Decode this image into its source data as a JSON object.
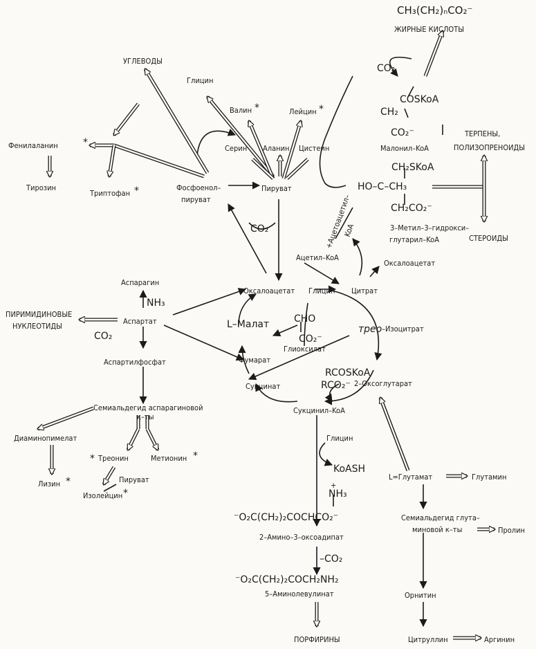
{
  "nodes": {
    "fatty_acids_formula": "CH₃(CH₂)ₙCO₂⁻",
    "fatty_acids": "ЖИРНЫЕ КИСЛОТЫ",
    "co2_top": "CO₂",
    "coskoa": "COSKoA",
    "ch2_malonyl": "CH₂",
    "co2_malonyl": "CO₂⁻",
    "malonyl_coa": "Малонил–KoA",
    "terpenes": "ТЕРПЕНЫ,",
    "polyisoprenoids": "ПОЛИЗОПРЕНОИДЫ",
    "ch2skoa": "CH₂SKoA",
    "ho_c_ch3": "HO–C–CH₃",
    "ch2co2": "CH₂CO₂⁻",
    "hmg_1": "3–Метил–3–гидрокси–",
    "hmg_2": "глутарил–KoA",
    "steroids": "СТЕРОИДЫ",
    "acetoacetyl": "+Ацетоацетил–",
    "acetoacetyl_koa": "KoA",
    "carbohydrates": "УГЛЕВОДЫ",
    "glycine_top": "Глицин",
    "valine": "Валин",
    "serine": "Серин",
    "alanine": "Аланин",
    "leucine": "Лейцин",
    "cysteine": "Цистеин",
    "phenylalanine": "Фенилаланин",
    "tyrosine": "Тирозин",
    "tryptophan": "Триптофан",
    "pep_1": "Фосфоенол–",
    "pep_2": "пируват",
    "pyruvate": "Пируват",
    "co2_mid": "CO₂",
    "acetyl_coa": "Ацетил–KoA",
    "oxaloacetate_right": "Оксалоацетат",
    "asparagine": "Аспарагин",
    "nh3": "NH₃",
    "oxaloacetate": "Оксалоацетат",
    "glycine_mid": "Глицин",
    "citrate": "Цитрат",
    "pyrimidine_1": "ПИРИМИДИНОВЫЕ",
    "pyrimidine_2": "НУКЛЕОТИДЫ",
    "aspartate": "Аспартат",
    "co2_asp": "CO₂",
    "l_malate": "L–Малат",
    "cho": "CHO",
    "co2_glyox": "CO₂⁻",
    "glyoxylate": "Глиоксилат",
    "threo": "трео",
    "isocitrate": "–Изоцитрат",
    "fumarate": "Фумарат",
    "aspartyl_phosphate": "Аспартилфосфат",
    "rcoskoa": "RCOSKoA",
    "rco2": "RCO₂⁻",
    "oxoglutarate": "2–Оксоглутарат",
    "succinate": "Сукцинат",
    "succinyl_coa": "Сукцинил–KoA",
    "semialdehyde_asp_1": "Семиальдегид  аспарагиновой",
    "semialdehyde_asp_2": "к–ты",
    "diaminopimelate": "Диаминопимелат",
    "threonine": "Треонин",
    "methionine": "Метионин",
    "pyruvate_small": "Пируват",
    "lysine": "Лизин",
    "isoleucine": "Изолейцин",
    "glycine_low": "Глицин",
    "koash": "KoASH",
    "nh3_plus": "NH₃",
    "glutamate": "L=Глутамат",
    "glutamine": "Глутамин",
    "amino_oxoadipate_formula": "⁻O₂C(CH₂)₂COCHCO₂⁻",
    "amino_oxoadipate": "2–Амино–3–оксоадипат",
    "semialdehyde_glu_1": "Семиальдегид глута–",
    "semialdehyde_glu_2": "миновой к–ты",
    "proline": "Пролин",
    "co2_minus": "–CO₂",
    "ala_formula": "⁻O₂C(CH₂)₂COCH₂NH₂",
    "aminolevulinate": "5–Аминолевулинат",
    "ornithine": "Орнитин",
    "porphyrins": "ПОРФИРИНЫ",
    "citrulline": "Цитруллин",
    "arginine": "Аргинин",
    "essential_mark": "*",
    "plus_mark": "+"
  }
}
